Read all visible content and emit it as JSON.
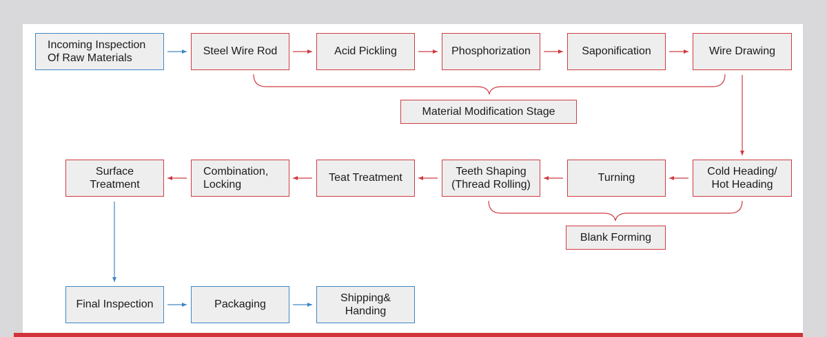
{
  "colors": {
    "background": "#d9d9db",
    "panel": "#ffffff",
    "box_fill": "#eeeeee",
    "red_accent": "#cf3a40",
    "blue_accent": "#3d86c4",
    "bottom_bar": "#d03338"
  },
  "row1": {
    "incoming_inspection": "Incoming Inspection\nOf Raw Materials",
    "steel_wire_rod": "Steel Wire Rod",
    "acid_pickling": "Acid Pickling",
    "phosphorization": "Phosphorization",
    "saponification": "Saponification",
    "wire_drawing": "Wire Drawing"
  },
  "stages": {
    "material_modification": "Material Modification Stage",
    "blank_forming": "Blank Forming"
  },
  "row2": {
    "cold_heading": "Cold Heading/\nHot Heading",
    "turning": "Turning",
    "teeth_shaping": "Teeth Shaping\n(Thread Rolling)",
    "teat_treatment": "Teat Treatment",
    "combination_locking": "Combination,\nLocking",
    "surface_treatment": "Surface\nTreatment"
  },
  "row3": {
    "final_inspection": "Final Inspection",
    "packaging": "Packaging",
    "shipping_handing": "Shipping&\nHanding"
  }
}
